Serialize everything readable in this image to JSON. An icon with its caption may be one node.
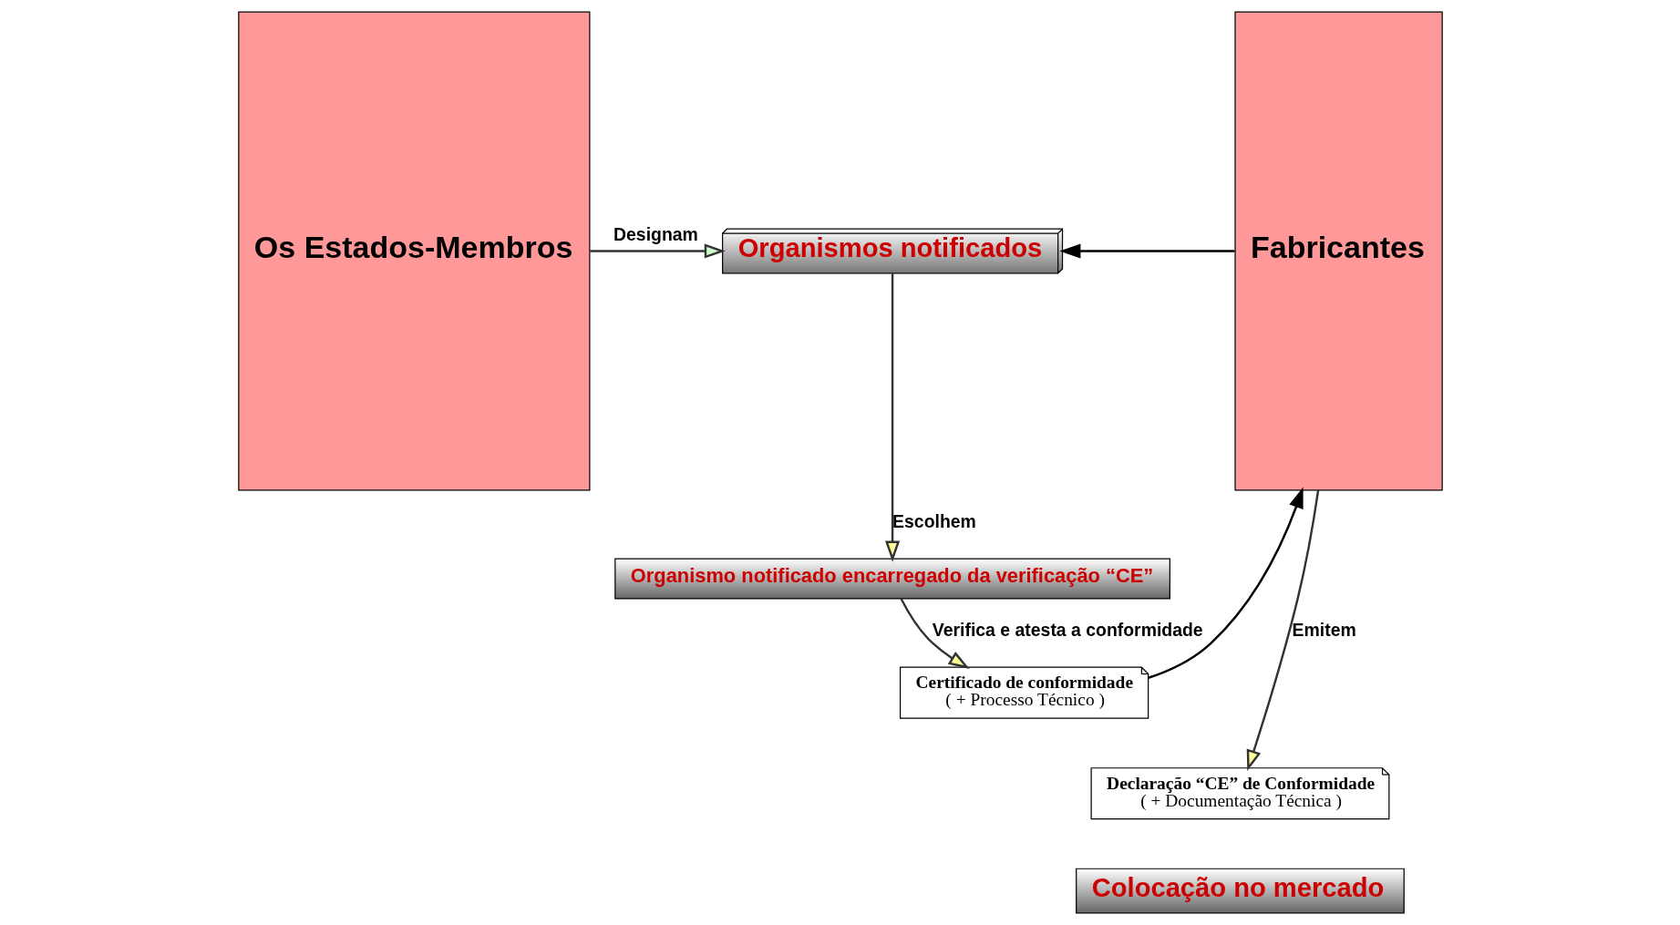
{
  "diagram": {
    "nodes": [
      {
        "text": [
          "Os Estados-Membros"
        ]
      },
      {
        "text": [
          "Organismos notificados"
        ]
      },
      {
        "text": [
          "Organismo notificado encarregado da verificação “CE”"
        ]
      },
      {
        "text": [
          "Certificado de conformidade",
          "( + Processo Técnico )"
        ]
      },
      {
        "text": [
          "Declaração “CE” de Conformidade",
          "( + Documentação Técnica )"
        ]
      },
      {
        "text": [
          "Colocação no mercado"
        ]
      },
      {
        "text": [
          "Fabricantes"
        ]
      }
    ],
    "edges": [
      {
        "from": 0,
        "to": 1,
        "arrow": "to",
        "label": "Designam"
      },
      {
        "from": 6,
        "to": 1,
        "arrow": "to"
      },
      {
        "from": 1,
        "to": 2,
        "arrow": "to",
        "label": "Escolhem"
      },
      {
        "from": 2,
        "to": 3,
        "arrow": "to",
        "label": "Verifica e atesta a conformidade"
      },
      {
        "from": 3,
        "to": 6,
        "arrow": "to"
      },
      {
        "from": 6,
        "to": 4,
        "arrow": "to",
        "label": "Emitem"
      }
    ]
  }
}
